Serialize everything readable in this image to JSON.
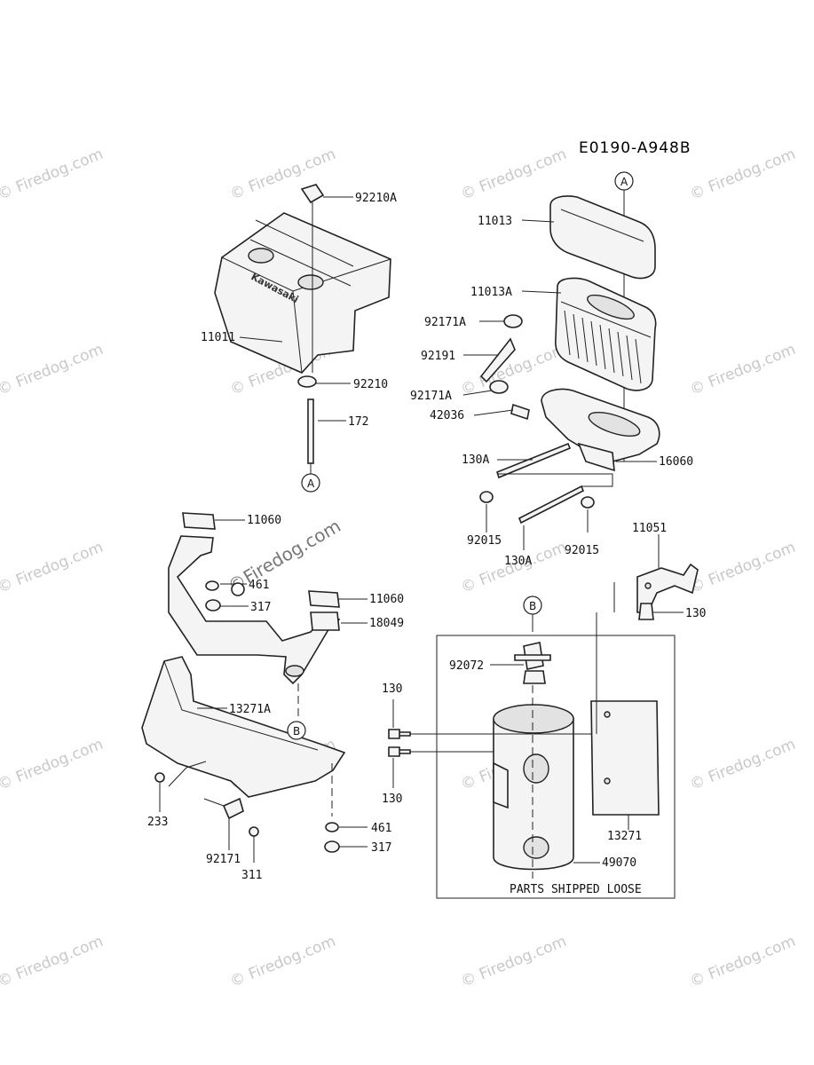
{
  "diagram_code": "E0190-A948B",
  "watermark_text": "© Firedog.com",
  "center_watermark": "©Firedog.com",
  "ref_markers": {
    "a": "A",
    "b": "B"
  },
  "box_caption": "PARTS SHIPPED LOOSE",
  "logo_text": "Kawasaki",
  "labels": {
    "p92210A": "92210A",
    "p11011": "11011",
    "p92210": "92210",
    "p172": "172",
    "p11013": "11013",
    "p11013A": "11013A",
    "p92171A_top": "92171A",
    "p92191": "92191",
    "p92171A_bot": "92171A",
    "p42036": "42036",
    "p130A_top": "130A",
    "p16060": "16060",
    "p92015_left": "92015",
    "p92015_right": "92015",
    "p130A_bot": "130A",
    "p11060_top": "11060",
    "p461_top": "461",
    "p317_top": "317",
    "p11060_mid": "11060",
    "p18049": "18049",
    "p13271A": "13271A",
    "p233": "233",
    "p92171": "92171",
    "p311": "311",
    "p461_bot": "461",
    "p317_bot": "317",
    "p11051": "11051",
    "p130_right": "130",
    "p92072": "92072",
    "p130_top": "130",
    "p130_bot": "130",
    "p13271": "13271",
    "p49070": "49070"
  }
}
